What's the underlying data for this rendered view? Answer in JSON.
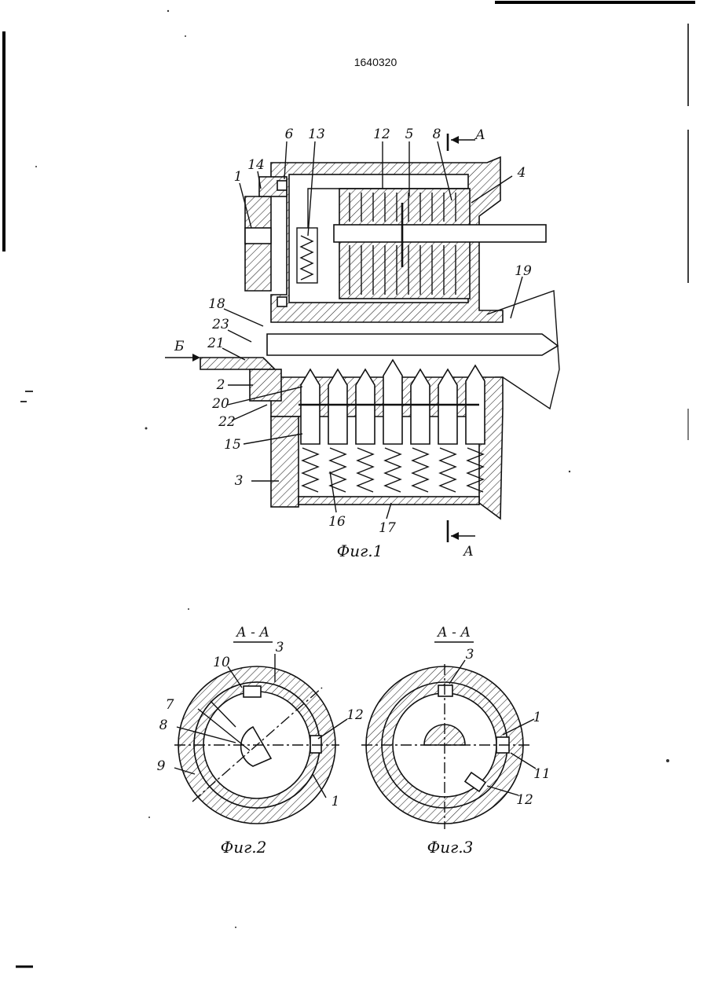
{
  "document": {
    "number": "1640320"
  },
  "fig1": {
    "caption": "Фиг.1",
    "section_marks": [
      "А",
      "А"
    ],
    "view_mark": "Б",
    "labels": [
      "6",
      "13",
      "12",
      "5",
      "8",
      "4",
      "14",
      "1",
      "19",
      "18",
      "23",
      "21",
      "2",
      "20",
      "22",
      "15",
      "3",
      "16",
      "17"
    ]
  },
  "fig2": {
    "caption": "Фиг.2",
    "section_title": "А - А",
    "labels": [
      "10",
      "3",
      "7",
      "8",
      "12",
      "9",
      "1"
    ]
  },
  "fig3": {
    "caption": "Фиг.3",
    "section_title": "А - А",
    "labels": [
      "3",
      "1",
      "11",
      "12"
    ]
  },
  "colors": {
    "ink": "#111111",
    "paper": "#ffffff"
  }
}
